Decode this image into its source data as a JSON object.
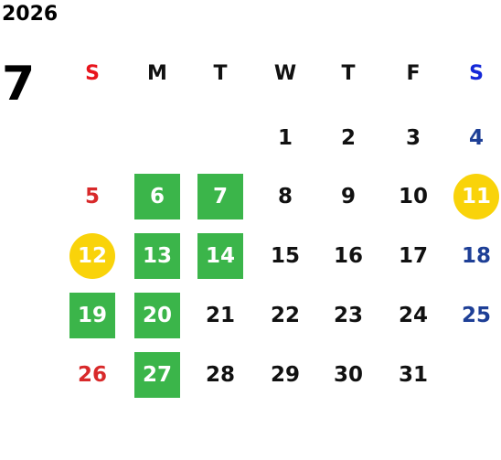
{
  "calendar": {
    "year": "2026",
    "month": "7",
    "weekdays": [
      "S",
      "M",
      "T",
      "W",
      "T",
      "F",
      "S"
    ],
    "first_weekday_index": 3,
    "days_in_month": 31,
    "green_days": [
      6,
      7,
      13,
      14,
      19,
      20,
      27
    ],
    "yellow_days": [
      11,
      12
    ],
    "colors": {
      "sunday_header": "#e8141c",
      "saturday_header": "#1428d8",
      "sunday_day": "#d8292a",
      "saturday_day": "#1e3f96",
      "weekday": "#111111",
      "highlight_green": "#3bb54a",
      "highlight_yellow": "#f9d30a",
      "highlight_text": "#ffffff"
    }
  }
}
